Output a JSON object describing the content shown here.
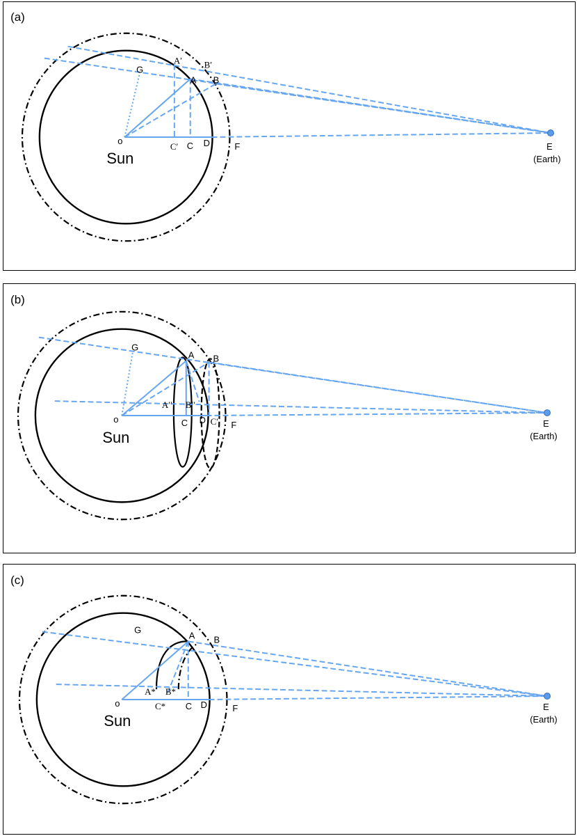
{
  "colors": {
    "ray": "#66a6f0",
    "earth_dot": "#5b9be8",
    "outline": "#000000"
  },
  "panels": [
    {
      "id": "a",
      "tag": "(a)",
      "sun_label": "Sun",
      "earth_letter": "E",
      "earth_name": "(Earth)",
      "points": {
        "o": "o",
        "G": "G",
        "A_prime": "A′",
        "B_prime": "B′",
        "A": "A",
        "B": "B",
        "C_prime": "C′",
        "C": "C",
        "D": "D",
        "F": "F"
      }
    },
    {
      "id": "b",
      "tag": "(b)",
      "sun_label": "Sun",
      "earth_letter": "E",
      "earth_name": "(Earth)",
      "points": {
        "o": "o",
        "G": "G",
        "A": "A",
        "B": "B",
        "A_dprime": "A′′",
        "B_dprime": "B′′",
        "C": "C",
        "D": "D",
        "C_prime": "C′",
        "F": "F"
      }
    },
    {
      "id": "c",
      "tag": "(c)",
      "sun_label": "Sun",
      "earth_letter": "E",
      "earth_name": "(Earth)",
      "points": {
        "o": "o",
        "G": "G",
        "A": "A",
        "B": "B",
        "A_star": "A*",
        "B_star": "B*",
        "C_star": "C*",
        "C": "C",
        "D": "D",
        "F": "F"
      }
    }
  ]
}
